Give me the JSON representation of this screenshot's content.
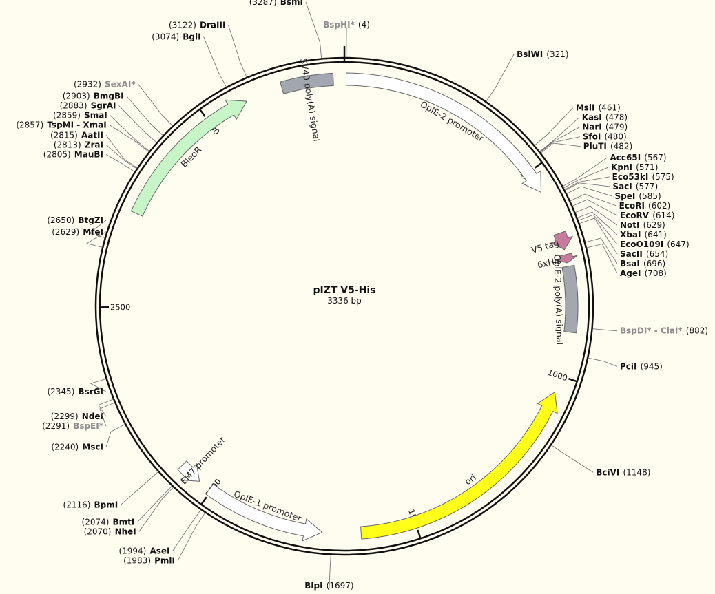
{
  "plasmid": {
    "name": "pIZT V5-His",
    "length": 3336,
    "length_label": "3336 bp"
  },
  "ticks": [
    {
      "pos": 500,
      "label": "500"
    },
    {
      "pos": 1000,
      "label": "1000"
    },
    {
      "pos": 1500,
      "label": "1500"
    },
    {
      "pos": 2000,
      "label": "2000"
    },
    {
      "pos": 2500,
      "label": "2500"
    },
    {
      "pos": 3000,
      "label": "3000"
    }
  ],
  "sites": [
    {
      "name": "BsmI",
      "pos": 3287,
      "pos_label": "(3287)",
      "dim": false
    },
    {
      "name": "BspHI*",
      "pos": 4,
      "pos_label": "(4)",
      "dim": true
    },
    {
      "name": "DraIII",
      "pos": 3122,
      "pos_label": "(3122)",
      "dim": false
    },
    {
      "name": "BglI",
      "pos": 3074,
      "pos_label": "(3074)",
      "dim": false
    },
    {
      "name": "BsiWI",
      "pos": 321,
      "pos_label": "(321)",
      "dim": false
    },
    {
      "name": "MslI",
      "pos": 461,
      "pos_label": "(461)",
      "dim": false
    },
    {
      "name": "KasI",
      "pos": 478,
      "pos_label": "(478)",
      "dim": false
    },
    {
      "name": "NarI",
      "pos": 479,
      "pos_label": "(479)",
      "dim": false
    },
    {
      "name": "SfoI",
      "pos": 480,
      "pos_label": "(480)",
      "dim": false
    },
    {
      "name": "PluTI",
      "pos": 482,
      "pos_label": "(482)",
      "dim": false
    },
    {
      "name": "Acc65I",
      "pos": 567,
      "pos_label": "(567)",
      "dim": false
    },
    {
      "name": "KpnI",
      "pos": 571,
      "pos_label": "(571)",
      "dim": false
    },
    {
      "name": "Eco53kI",
      "pos": 575,
      "pos_label": "(575)",
      "dim": false
    },
    {
      "name": "SacI",
      "pos": 577,
      "pos_label": "(577)",
      "dim": false
    },
    {
      "name": "SpeI",
      "pos": 585,
      "pos_label": "(585)",
      "dim": false
    },
    {
      "name": "EcoRI",
      "pos": 602,
      "pos_label": "(602)",
      "dim": false
    },
    {
      "name": "EcoRV",
      "pos": 614,
      "pos_label": "(614)",
      "dim": false
    },
    {
      "name": "NotI",
      "pos": 629,
      "pos_label": "(629)",
      "dim": false
    },
    {
      "name": "XbaI",
      "pos": 641,
      "pos_label": "(641)",
      "dim": false
    },
    {
      "name": "EcoO109I",
      "pos": 647,
      "pos_label": "(647)",
      "dim": false
    },
    {
      "name": "SacII",
      "pos": 654,
      "pos_label": "(654)",
      "dim": false
    },
    {
      "name": "BsaI",
      "pos": 696,
      "pos_label": "(696)",
      "dim": false
    },
    {
      "name": "AgeI",
      "pos": 708,
      "pos_label": "(708)",
      "dim": false
    },
    {
      "name": "BspDI* - ClaI*",
      "pos": 882,
      "pos_label": "(882)",
      "dim": true
    },
    {
      "name": "PciI",
      "pos": 945,
      "pos_label": "(945)",
      "dim": false
    },
    {
      "name": "BciVI",
      "pos": 1148,
      "pos_label": "(1148)",
      "dim": false
    },
    {
      "name": "BlpI",
      "pos": 1697,
      "pos_label": "(1697)",
      "dim": false
    },
    {
      "name": "PmlI",
      "pos": 1983,
      "pos_label": "(1983)",
      "dim": false
    },
    {
      "name": "AseI",
      "pos": 1994,
      "pos_label": "(1994)",
      "dim": false
    },
    {
      "name": "NheI",
      "pos": 2070,
      "pos_label": "(2070)",
      "dim": false
    },
    {
      "name": "BmtI",
      "pos": 2074,
      "pos_label": "(2074)",
      "dim": false
    },
    {
      "name": "BpmI",
      "pos": 2116,
      "pos_label": "(2116)",
      "dim": false
    },
    {
      "name": "MscI",
      "pos": 2240,
      "pos_label": "(2240)",
      "dim": false
    },
    {
      "name": "BspEI*",
      "pos": 2291,
      "pos_label": "(2291)",
      "dim": true
    },
    {
      "name": "NdeI",
      "pos": 2299,
      "pos_label": "(2299)",
      "dim": false
    },
    {
      "name": "BsrGI",
      "pos": 2345,
      "pos_label": "(2345)",
      "dim": false
    },
    {
      "name": "MfeI",
      "pos": 2629,
      "pos_label": "(2629)",
      "dim": false
    },
    {
      "name": "BtgZI",
      "pos": 2650,
      "pos_label": "(2650)",
      "dim": false
    },
    {
      "name": "MauBI",
      "pos": 2805,
      "pos_label": "(2805)",
      "dim": false
    },
    {
      "name": "ZraI",
      "pos": 2813,
      "pos_label": "(2813)",
      "dim": false
    },
    {
      "name": "AatII",
      "pos": 2815,
      "pos_label": "(2815)",
      "dim": false
    },
    {
      "name": "TspMI - XmaI",
      "pos": 2857,
      "pos_label": "(2857)",
      "dim": false
    },
    {
      "name": "SmaI",
      "pos": 2859,
      "pos_label": "(2859)",
      "dim": false
    },
    {
      "name": "SgrAI",
      "pos": 2883,
      "pos_label": "(2883)",
      "dim": false
    },
    {
      "name": "BmgBI",
      "pos": 2903,
      "pos_label": "(2903)",
      "dim": false
    },
    {
      "name": "SexAI*",
      "pos": 2932,
      "pos_label": "(2932)",
      "dim": true
    }
  ],
  "features": [
    {
      "label": "OpIE-2 promoter",
      "start": 4,
      "end": 555,
      "direction": "cw",
      "color": "#ffffff",
      "kind": "arrow"
    },
    {
      "label": "V5 tag",
      "start": 660,
      "end": 700,
      "direction": "cw",
      "color": "#c97b9e",
      "kind": "arrow"
    },
    {
      "label": "6xHis",
      "start": 712,
      "end": 732,
      "direction": "cw",
      "color": "#c97b9e",
      "kind": "arrow"
    },
    {
      "label": "OpIE-2 poly(A) signal",
      "start": 740,
      "end": 895,
      "direction": "none",
      "color": "#a3a8b0",
      "kind": "box"
    },
    {
      "label": "ori",
      "start": 1040,
      "end": 1629,
      "direction": "ccw",
      "color": "#ffff1a",
      "kind": "arrow"
    },
    {
      "label": "OpIE-1 promoter",
      "start": 1720,
      "end": 2005,
      "direction": "ccw",
      "color": "#ffffff",
      "kind": "arrow"
    },
    {
      "label": "EM7 promoter",
      "start": 2035,
      "end": 2090,
      "direction": "ccw",
      "color": "#ffffff",
      "kind": "arrow"
    },
    {
      "label": "BleoR",
      "start": 2725,
      "end": 3100,
      "direction": "cw",
      "color": "#c8f5c8",
      "kind": "arrow"
    },
    {
      "label": "SV40 poly(A) signal",
      "start": 3188,
      "end": 3310,
      "direction": "none",
      "color": "#a3a8b0",
      "kind": "box"
    }
  ]
}
